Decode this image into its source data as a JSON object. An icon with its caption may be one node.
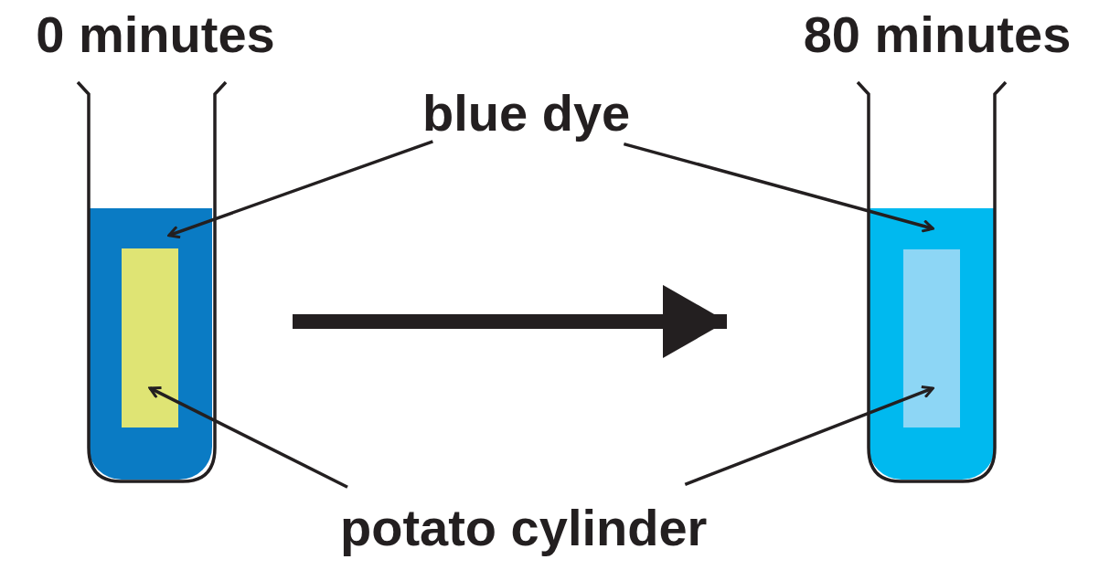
{
  "diagram": {
    "nodes": [
      {
        "text": [
          "0 minutes"
        ]
      },
      {
        "text": [],
        "shape": "box",
        "in": 0
      },
      {
        "text": [],
        "shape": "box",
        "in": 1
      },
      {
        "text": [
          "80 minutes"
        ]
      },
      {
        "text": [],
        "shape": "box",
        "in": 3
      },
      {
        "text": [],
        "shape": "box",
        "in": 4
      },
      {
        "text": [
          "blue dye"
        ]
      },
      {
        "text": [
          "potato cylinder"
        ]
      }
    ],
    "edges": [
      {
        "from": 0,
        "to": 3,
        "arrow": "to",
        "style": "thick"
      },
      {
        "from": 6,
        "to": 1,
        "arrow": "to"
      },
      {
        "from": 6,
        "to": 4,
        "arrow": "to"
      },
      {
        "from": 7,
        "to": 2,
        "arrow": "to"
      },
      {
        "from": 7,
        "to": 5,
        "arrow": "to"
      }
    ]
  }
}
